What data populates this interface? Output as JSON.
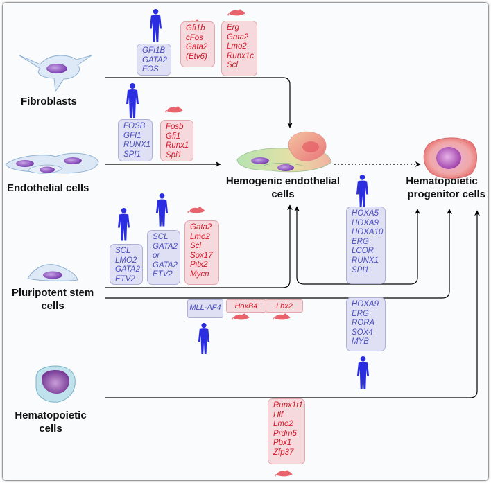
{
  "cell_labels": {
    "fibroblasts": "Fibroblasts",
    "endothelial": "Endothelial cells",
    "hemogenic_line1": "Hemogenic endothelial",
    "hemogenic_line2": "cells",
    "hpc_line1": "Hematopoietic",
    "hpc_line2": "progenitor cells",
    "psc_line1": "Pluripotent stem",
    "psc_line2": "cells",
    "hematopoietic_line1": "Hematopoietic",
    "hematopoietic_line2": "cells"
  },
  "factor_sets": {
    "fib_human": [
      "GFI1B",
      "GATA2",
      "FOS"
    ],
    "fib_mouse_a": [
      "Gfi1b",
      "cFos",
      "Gata2",
      "(Etv6)"
    ],
    "fib_mouse_b": [
      "Erg",
      "Gata2",
      "Lmo2",
      "Runx1c",
      "Scl"
    ],
    "endo_human": [
      "FOSB",
      "GFI1",
      "RUNX1",
      "SPI1"
    ],
    "endo_mouse": [
      "Fosb",
      "Gfi1",
      "Runx1",
      "Spi1"
    ],
    "psc_human_a": [
      "SCL",
      "LMO2",
      "GATA2",
      "ETV2"
    ],
    "psc_human_b": [
      "SCL",
      "GATA2",
      "or",
      "GATA2",
      "ETV2"
    ],
    "psc_mouse": [
      "Gata2",
      "Lmo2",
      "Scl",
      "Sox17",
      "Pitx2",
      "Mycn"
    ],
    "he_to_hpc_human": [
      "HOXA5",
      "HOXA9",
      "HOXA10",
      "ERG",
      "LCOR",
      "RUNX1",
      "SPI1"
    ],
    "psc_to_hpc_human": [
      "HOXA9",
      "ERG",
      "RORA",
      "SOX4",
      "MYB"
    ],
    "hemat_mouse": [
      "Runx1t1",
      "Hlf",
      "Lmo2",
      "Prdm5",
      "Pbx1",
      "Zfp37"
    ],
    "mll_af4": "MLL-AF4",
    "hoxb4": "HoxB4",
    "lhx2": "Lhx2"
  },
  "colors": {
    "human_icon": "#2b2de0",
    "mouse_icon": "#e8636c",
    "human_text": "#4a4fc0",
    "mouse_text": "#d5182a",
    "human_box_bg": "#dfe0f4",
    "mouse_box_bg": "#f6d9dc"
  },
  "icons": [
    "human-icon",
    "mouse-icon"
  ]
}
